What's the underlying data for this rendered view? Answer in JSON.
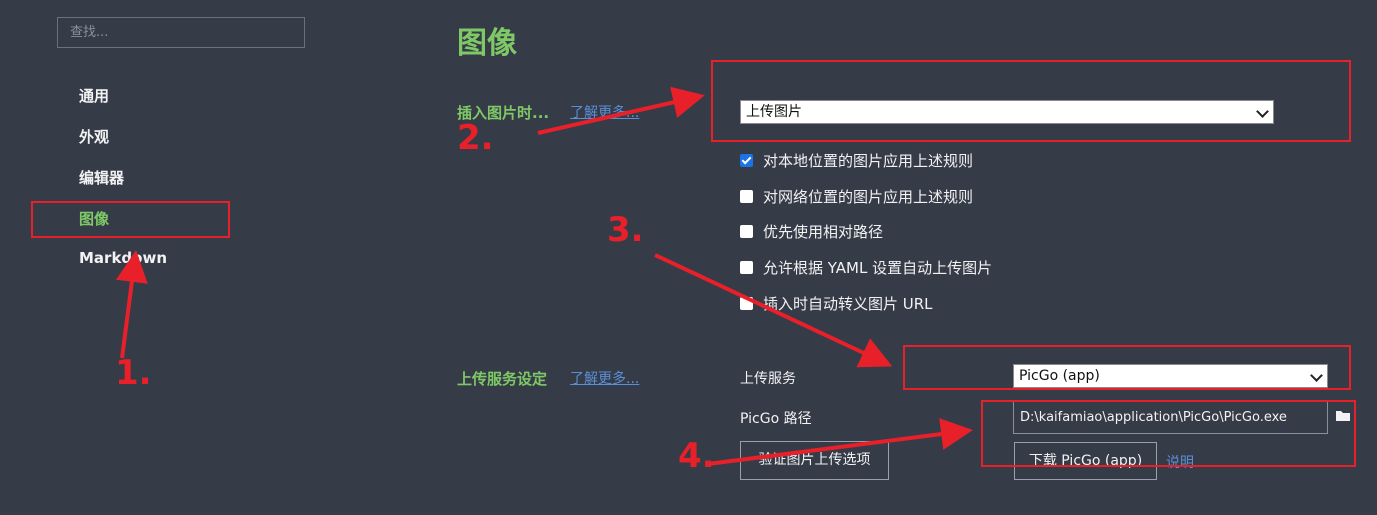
{
  "sidebar": {
    "search_placeholder": "查找...",
    "items": [
      {
        "label": "通用",
        "active": false
      },
      {
        "label": "外观",
        "active": false
      },
      {
        "label": "编辑器",
        "active": false
      },
      {
        "label": "图像",
        "active": true
      },
      {
        "label": "Markdown",
        "active": false
      }
    ]
  },
  "main": {
    "title": "图像",
    "insert": {
      "label": "插入图片时...",
      "learn_more": "了解更多...",
      "select_value": "上传图片",
      "options": [
        {
          "label": "对本地位置的图片应用上述规则",
          "checked": true
        },
        {
          "label": "对网络位置的图片应用上述规则",
          "checked": false
        },
        {
          "label": "优先使用相对路径",
          "checked": false
        },
        {
          "label": "允许根据 YAML 设置自动上传图片",
          "checked": false
        },
        {
          "label": "插入时自动转义图片 URL",
          "checked": false
        }
      ]
    },
    "upload": {
      "label": "上传服务设定",
      "learn_more": "了解更多...",
      "service_label": "上传服务",
      "service_value": "PicGo (app)",
      "path_label": "PicGo 路径",
      "path_value": "D:\\kaifamiao\\application\\PicGo\\PicGo.exe",
      "verify_button": "验证图片上传选项",
      "download_button": "下载 PicGo (app)",
      "help_link": "说明"
    }
  },
  "annotations": {
    "numbers": [
      "1.",
      "2.",
      "3.",
      "4."
    ],
    "color": "#e8202a"
  },
  "colors": {
    "background": "#363b48",
    "accent_green": "#7ec966",
    "link_blue": "#5a8fd6",
    "checkbox_blue": "#1a73e8"
  }
}
